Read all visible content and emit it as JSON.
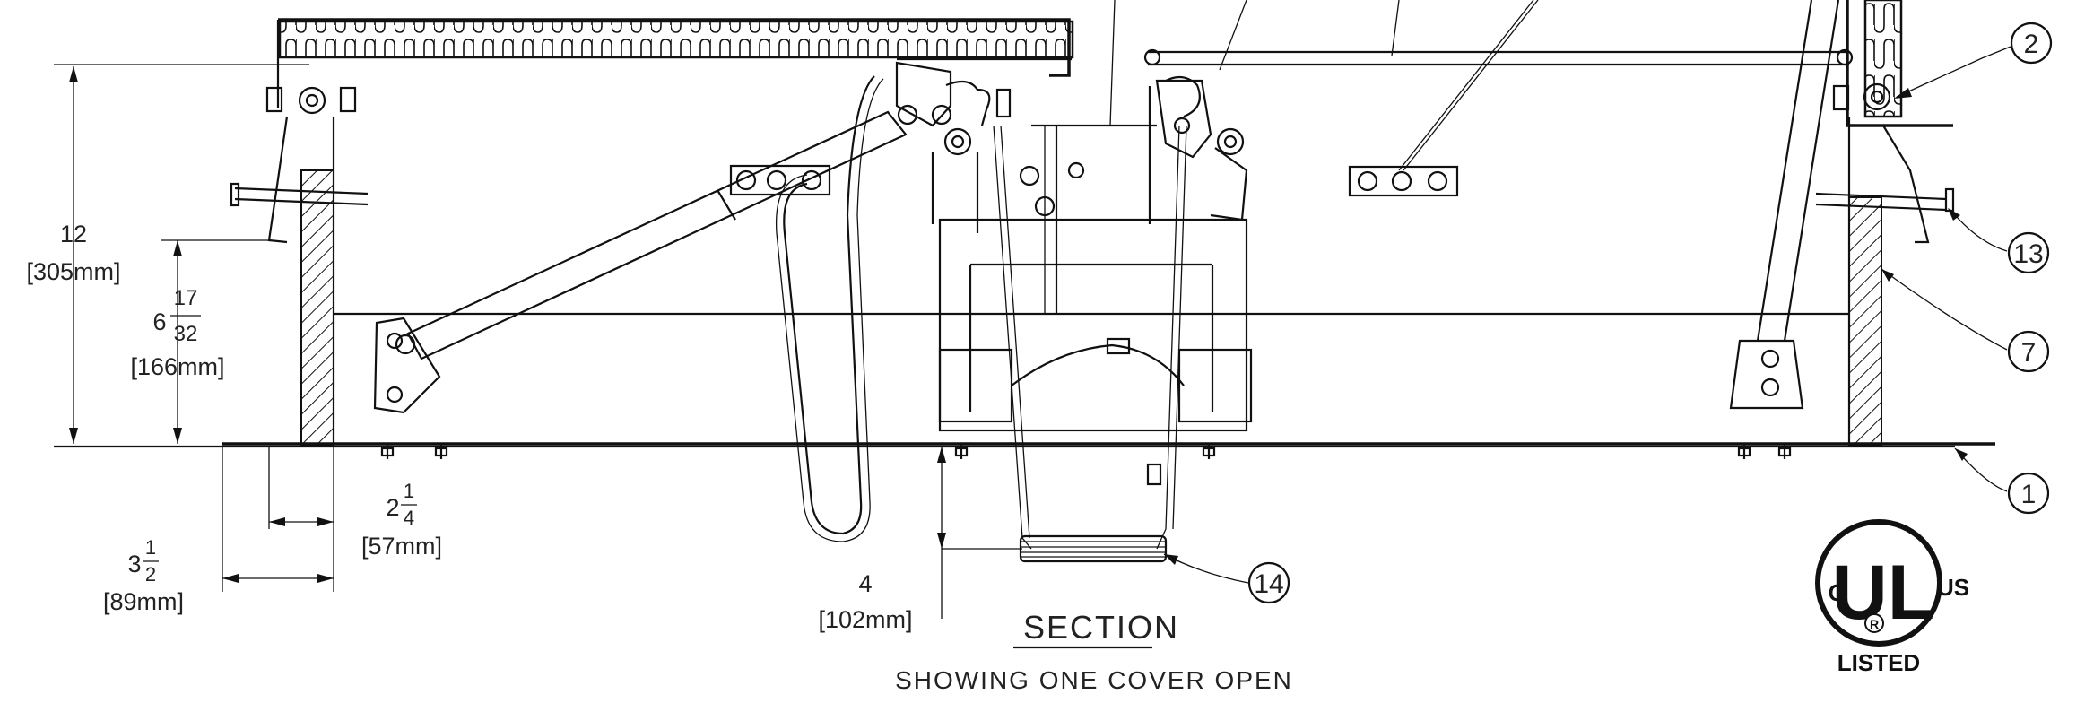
{
  "dimensions": {
    "overall_height": {
      "value": "12",
      "metric": "[305mm]"
    },
    "curb_height": {
      "whole": "6",
      "num": "17",
      "den": "32",
      "metric": "[166mm]"
    },
    "flange_inner": {
      "whole": "2",
      "num": "1",
      "den": "4",
      "metric": "[57mm]"
    },
    "flange_outer": {
      "whole": "3",
      "num": "1",
      "den": "2",
      "metric": "[89mm]"
    },
    "ladder_drop": {
      "value": "4",
      "metric": "[102mm]"
    }
  },
  "callouts": [
    {
      "number": "2"
    },
    {
      "number": "13"
    },
    {
      "number": "7"
    },
    {
      "number": "1"
    },
    {
      "number": "14"
    }
  ],
  "title": "SECTION",
  "subtitle": "SHOWING ONE COVER OPEN",
  "certification": {
    "left": "C",
    "mark": "UL",
    "right": "US",
    "registered": "R",
    "listed": "LISTED"
  }
}
